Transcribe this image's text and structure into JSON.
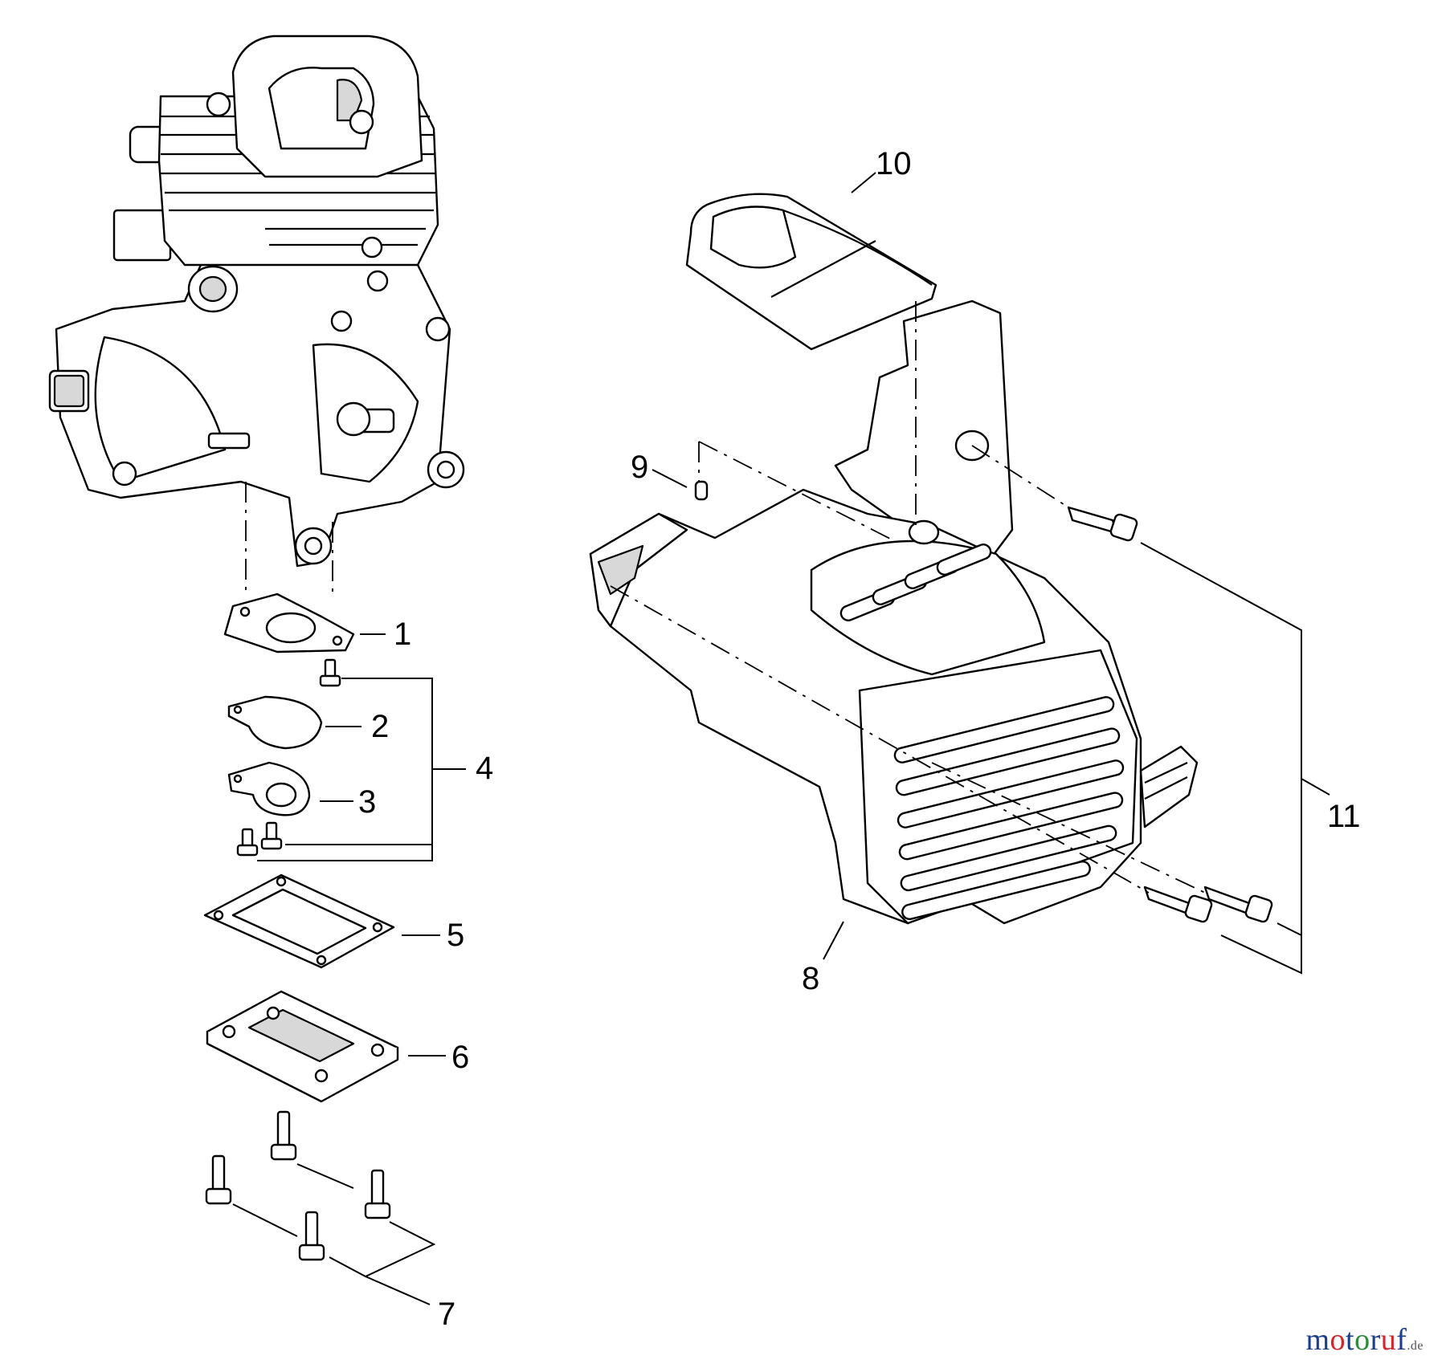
{
  "callouts": {
    "c1": "1",
    "c2": "2",
    "c3": "3",
    "c4": "4",
    "c5": "5",
    "c6": "6",
    "c7": "7",
    "c8": "8",
    "c9": "9",
    "c10": "10",
    "c11": "11"
  },
  "watermark": {
    "letters": [
      "m",
      "o",
      "t",
      "o",
      "r",
      "u",
      "f"
    ],
    "colors": [
      "#1a3e8c",
      "#d4262a",
      "#1a3e8c",
      "#2e8b3a",
      "#1a3e8c",
      "#d4262a",
      "#1a3e8c"
    ],
    "suffix": ".de"
  }
}
